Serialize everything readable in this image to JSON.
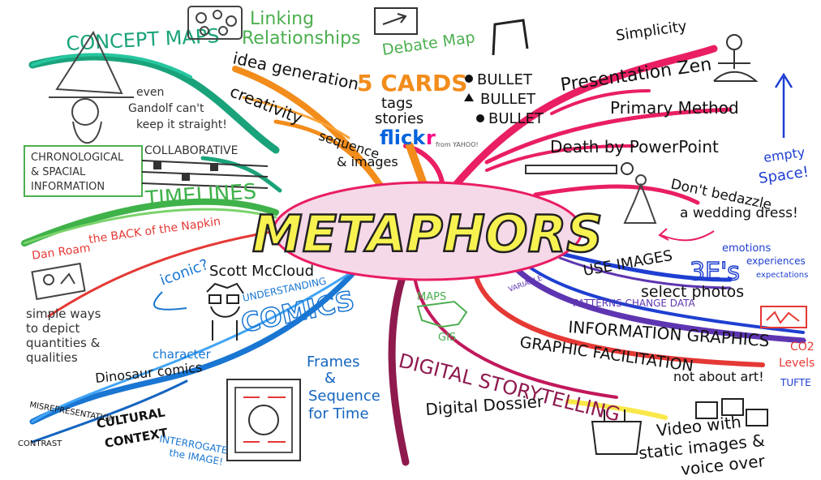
{
  "center": {
    "title": "METAPHORS",
    "fill": "#f7f250",
    "oval_fill": "#f6d9e8",
    "outline": "#222222"
  },
  "branches": {
    "concept_maps": {
      "label": "CONCEPT MAPS",
      "color": "#1aa37a"
    },
    "linking": {
      "line1": "Linking",
      "line2": "Relationships",
      "color": "#4caf50"
    },
    "debate": {
      "label": "Debate Map",
      "color": "#4caf50"
    },
    "idea": {
      "label": "idea generation",
      "creativity": "creativity",
      "color": "#f28c1b"
    },
    "cards": {
      "big": "5 CARDS",
      "line2": "tags",
      "line3": "stories",
      "color": "#f28c1b"
    },
    "flickr": {
      "brand1": "flick",
      "brand2": "r",
      "sub": "from YAHOO!",
      "blue": "#0063dc",
      "pink": "#ff0084"
    },
    "sequence": {
      "line1": "sequence",
      "line2": "& images"
    },
    "gandolf": {
      "line1": "even",
      "line2": "Gandolf can't",
      "line3": "keep it straight!"
    },
    "chrono": {
      "line1": "CHRONOLOGICAL",
      "line2": "& SPACIAL",
      "line3": "INFORMATION",
      "color": "#4caf50"
    },
    "collab": {
      "label": "COLLABORATIVE"
    },
    "timelines": {
      "label": "TIMELINES",
      "color": "#3fb24a"
    },
    "napkin": {
      "author": "Dan Roam",
      "title": "the BACK of the Napkin",
      "color": "#e53935"
    },
    "simple_ways": {
      "line1": "simple ways",
      "line2": "to depict",
      "line3": "quantities &",
      "line4": "qualities"
    },
    "mccloud": {
      "iconic": "iconic?",
      "name": "Scott McCloud",
      "understanding": "UNDERSTANDING",
      "comics": "COMICS",
      "character": "character",
      "color": "#1976d2"
    },
    "dinosaur": {
      "label": "Dinosaur comics"
    },
    "frames": {
      "line1": "Frames",
      "line2": "&",
      "line3": "Sequence",
      "line4": "for Time",
      "color": "#1565c0"
    },
    "cultural": {
      "misrep": "MISREPRESENTATION",
      "cultural": "CULTURAL",
      "context": "CONTEXT",
      "contrast": "CONTRAST",
      "interrogate1": "INTERROGATE",
      "interrogate2": "the IMAGE!"
    },
    "maps_gis": {
      "maps": "MAPS",
      "gis": "GIS",
      "color": "#4caf50"
    },
    "digital": {
      "title": "DIGITAL STORYTELLING",
      "dossier": "Digital Dossier",
      "color": "#8e1a4e"
    },
    "video": {
      "line1": "Video with",
      "line2": "static images &",
      "line3": "voice over"
    },
    "bullets": {
      "items": [
        "BULLET",
        "BULLET",
        "BULLET"
      ]
    },
    "presentation": {
      "zen": "Presentation Zen",
      "simplicity": "Simplicity",
      "primary": "Primary Method",
      "death": "Death by PowerPoint",
      "color": "#e91e63"
    },
    "empty": {
      "line1": "empty",
      "line2": "Space!",
      "color": "#1e3fd1"
    },
    "bedazzle": {
      "line1": "Don't bedazzle",
      "line2": "a wedding dress!"
    },
    "images3e": {
      "use": "USE IMAGES",
      "select": "select photos",
      "three": "3E's",
      "e1": "emotions",
      "e2": "experiences",
      "e3": "expectations",
      "color": "#1e3fd1"
    },
    "infographics": {
      "variable": "VARIABLE",
      "patterns": "PATTERNS CHANGE DATA",
      "title": "INFORMATION GRAPHICS",
      "color": "#5e35b1"
    },
    "co2": {
      "line1": "CO2",
      "line2": "Levels",
      "color": "#e53935"
    },
    "tufte": {
      "label": "TUFTE",
      "color": "#1e3fd1"
    },
    "facilitation": {
      "title": "GRAPHIC FACILITATION",
      "note": "not about art!",
      "color": "#e53935"
    }
  }
}
